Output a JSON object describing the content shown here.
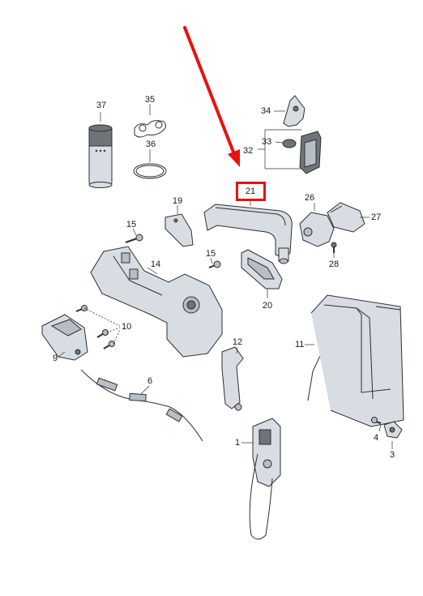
{
  "callouts": {
    "c1": "1",
    "c3": "3",
    "c4": "4",
    "c6": "6",
    "c9": "9",
    "c10": "10",
    "c11": "11",
    "c12": "12",
    "c14": "14",
    "c15a": "15",
    "c15b": "15",
    "c19": "19",
    "c20": "20",
    "c21": "21",
    "c26": "26",
    "c27": "27",
    "c28": "28",
    "c32": "32",
    "c33": "33",
    "c34": "34",
    "c35": "35",
    "c36": "36",
    "c37": "37"
  },
  "highlight": {
    "part": "21",
    "color": "#e8120e"
  },
  "arrow": {
    "color": "#e8120e"
  }
}
